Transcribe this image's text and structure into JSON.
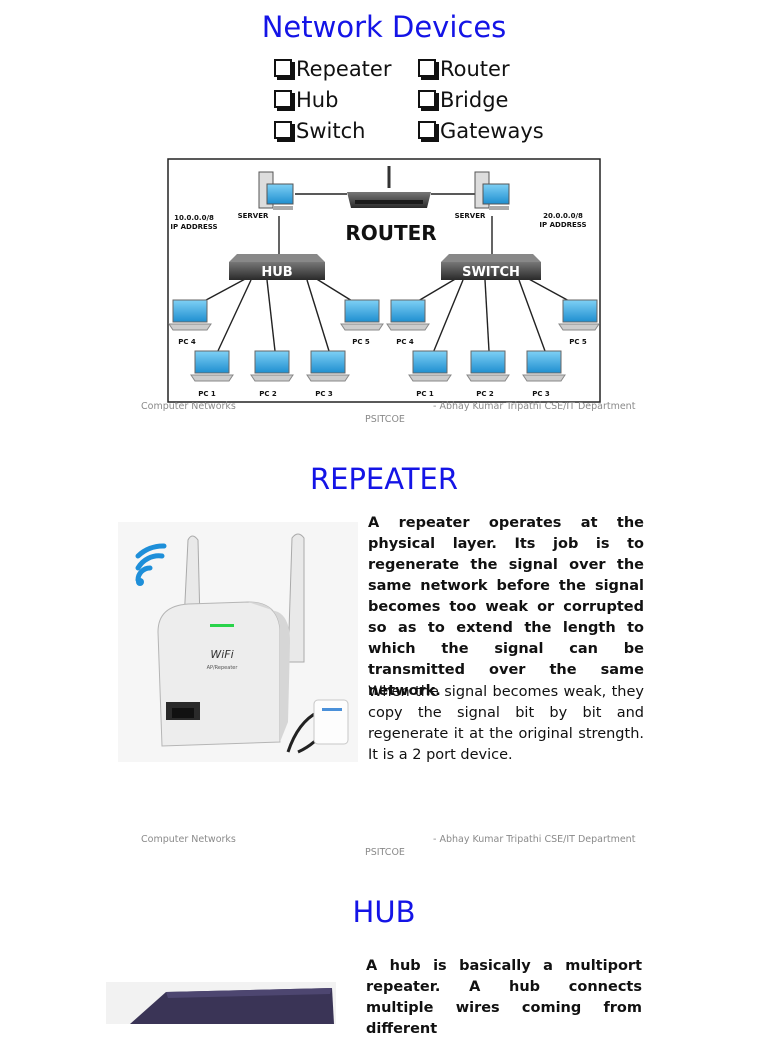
{
  "slide1": {
    "title": "Network Devices",
    "items": [
      "Repeater",
      "Router",
      "Hub",
      "Bridge",
      "Switch",
      "Gateways"
    ],
    "diagram": {
      "router_label": "ROUTER",
      "hub_label": "HUB",
      "switch_label": "SWITCH",
      "server_left": "SERVER",
      "server_right": "SERVER",
      "ip_left_1": "10.0.0.0/8",
      "ip_left_2": "IP ADDRESS",
      "ip_right_1": "20.0.0.0/8",
      "ip_right_2": "IP ADDRESS",
      "pcs": [
        "PC 4",
        "PC 5",
        "PC 1",
        "PC 2",
        "PC 3",
        "PC 4",
        "PC 5",
        "PC 1",
        "PC 2",
        "PC 3"
      ]
    },
    "footer_left": "Computer Networks",
    "footer_right": "- Abhay Kumar Tripathi CSE/IT Department",
    "footer_center": "PSITCOE"
  },
  "slide2": {
    "title": "REPEATER",
    "para1": "A repeater operates at the physical layer. Its job is to regenerate the signal over the same network before the signal becomes too weak or corrupted so as to extend the length to which the signal can be transmitted over the same network.",
    "para2": "When the signal becomes weak, they copy the signal bit by bit and regenerate it at the original strength. It is a 2 port device.",
    "device_brand": "WiFi",
    "device_sub": "AP/Repeater",
    "footer_left": "Computer Networks",
    "footer_right": "- Abhay Kumar Tripathi CSE/IT Department",
    "footer_center": "PSITCOE"
  },
  "slide3": {
    "title": "HUB",
    "para1": "A hub is basically a multiport repeater. A hub connects multiple wires coming from different"
  }
}
